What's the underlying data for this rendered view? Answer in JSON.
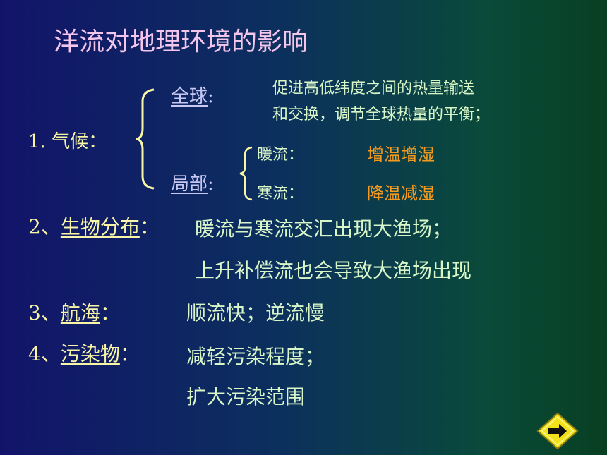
{
  "title": "洋流对地理环境的影响",
  "climate": {
    "label": "1. 气候：",
    "global_label": "全球",
    "global_desc_line1": "促进高低纬度之间的热量输送",
    "global_desc_line2": "和交换，调节全球热量的平衡；",
    "local_label": "局部",
    "warm_label": "暖流：",
    "warm_effect": "增温增湿",
    "cold_label": "寒流：",
    "cold_effect": "降温减湿"
  },
  "biology": {
    "number": "2、",
    "label": "生物分布",
    "line1": "暖流与寒流交汇出现大渔场；",
    "line2": "上升补偿流也会导致大渔场出现"
  },
  "navigation": {
    "number": "3、",
    "label": "航海",
    "text": "顺流快；逆流慢"
  },
  "pollution": {
    "number": "4、",
    "label": "污染物",
    "line1": "减轻污染程度；",
    "line2": "扩大污染范围"
  },
  "colors": {
    "title": "#f4c6ec",
    "cream": "#f8f6a6",
    "lavender": "#c8c8f2",
    "green": "#d8f6c8",
    "orange": "#f49a1e",
    "nav_button": "#f2e21a"
  },
  "icons": {
    "next": "arrow-right-icon"
  }
}
